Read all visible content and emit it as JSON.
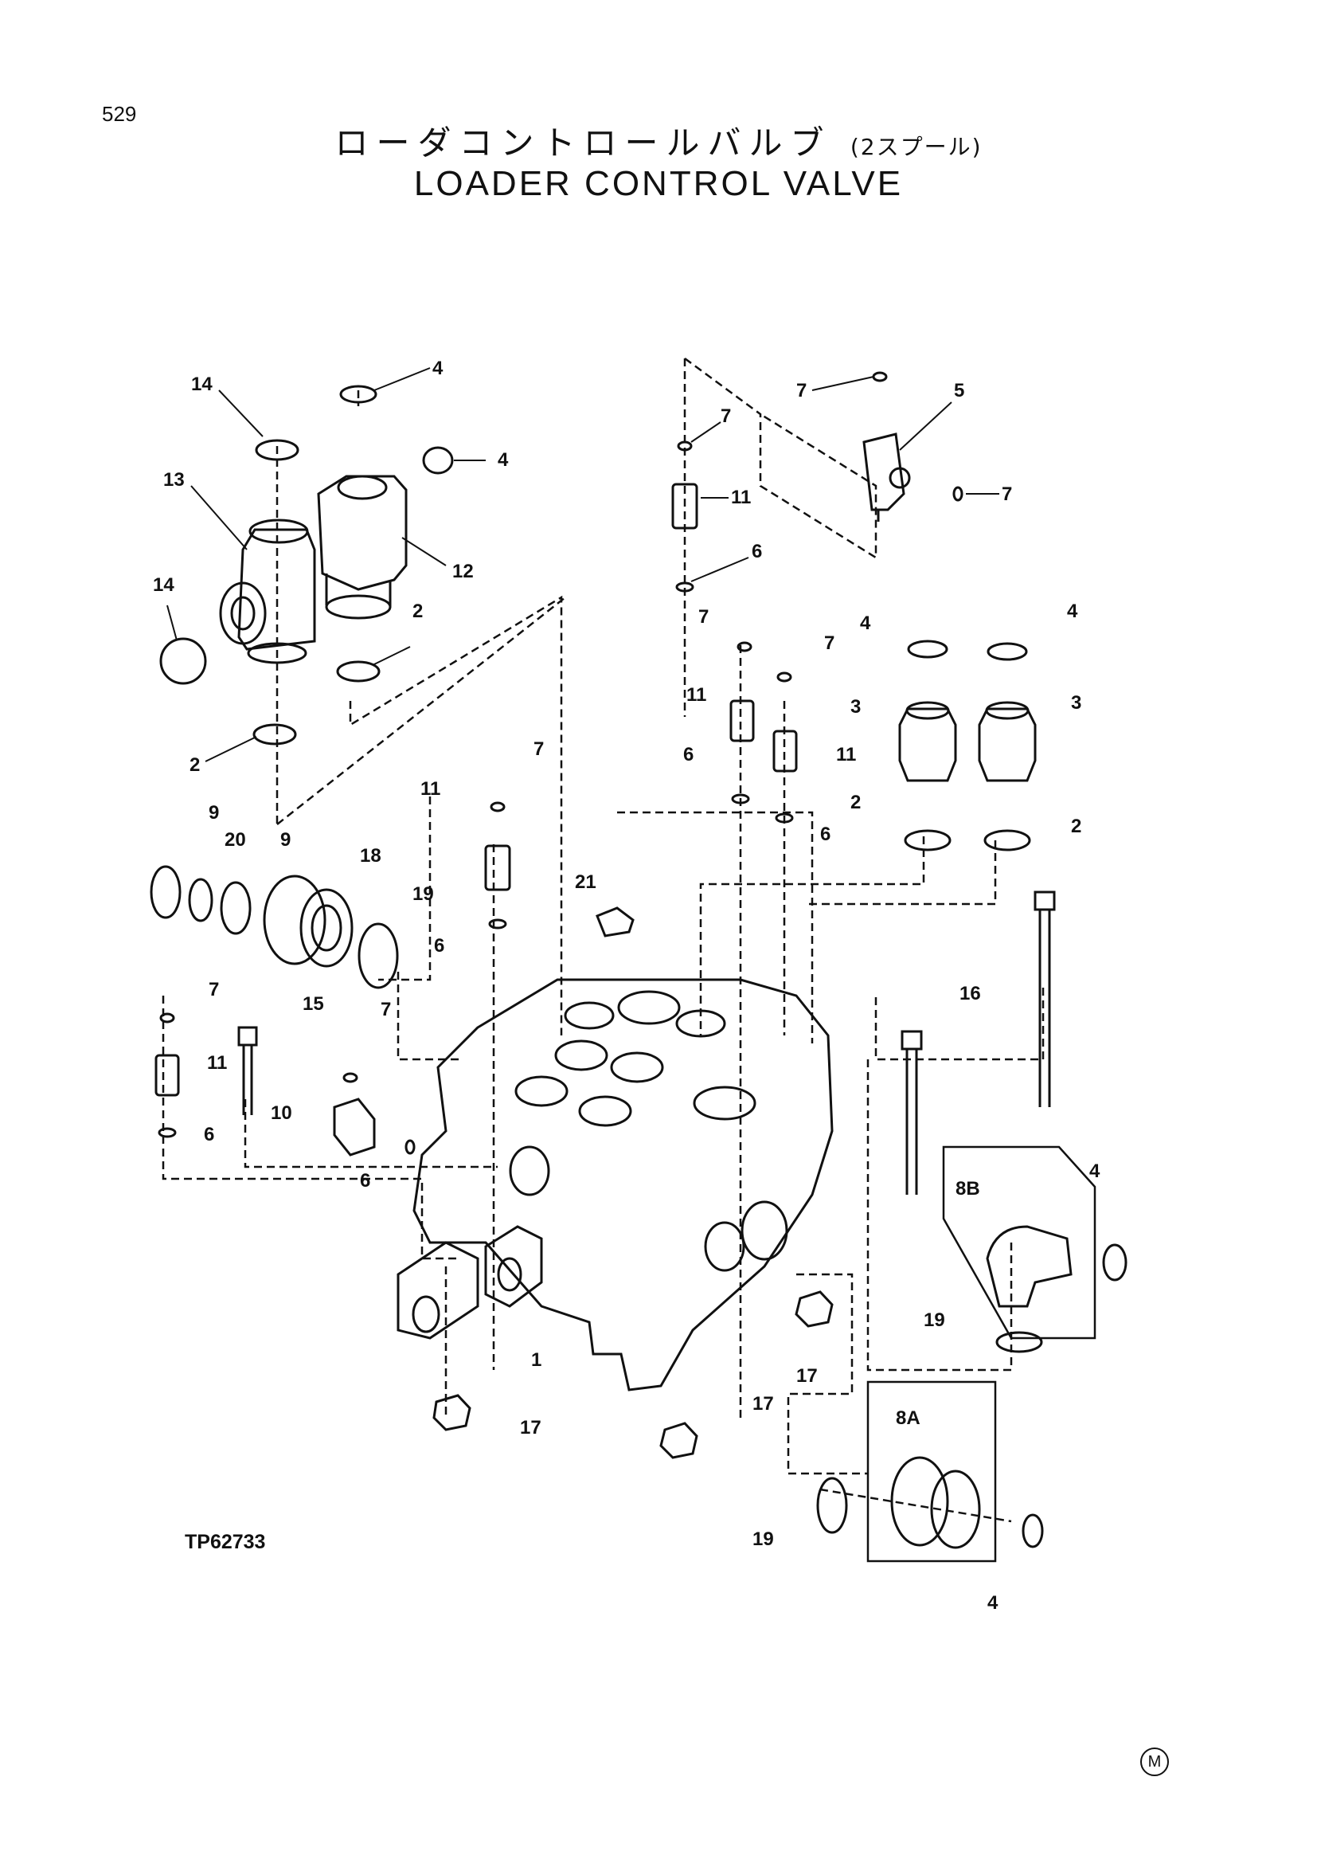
{
  "page_number": "529",
  "title_jp": "ローダコントロールバルブ",
  "title_jp_sub": "(2スプール)",
  "title_en": "LOADER CONTROL VALVE",
  "drawing_code": "TP62733",
  "trademark": "M",
  "labels": {
    "l1": "1",
    "l2a": "2",
    "l2b": "2",
    "l2c": "2",
    "l2d": "2",
    "l3a": "3",
    "l3b": "3",
    "l4a": "4",
    "l4b": "4",
    "l4c": "4",
    "l4d": "4",
    "l4e": "4",
    "l4f": "4",
    "l5": "5",
    "l6a": "6",
    "l6b": "6",
    "l6c": "6",
    "l6d": "6",
    "l6e": "6",
    "l6f": "6",
    "l7a": "7",
    "l7b": "7",
    "l7c": "7",
    "l7d": "7",
    "l7e": "7",
    "l7f": "7",
    "l7g": "7",
    "l7h": "7",
    "l8a": "8A",
    "l8b": "8B",
    "l9a": "9",
    "l9b": "9",
    "l10": "10",
    "l11a": "11",
    "l11b": "11",
    "l11c": "11",
    "l11d": "11",
    "l11e": "11",
    "l12": "12",
    "l13": "13",
    "l14a": "14",
    "l14b": "14",
    "l15": "15",
    "l16": "16",
    "l17a": "17",
    "l17b": "17",
    "l17c": "17",
    "l18": "18",
    "l19a": "19",
    "l19b": "19",
    "l19c": "19",
    "l20": "20",
    "l21": "21"
  }
}
